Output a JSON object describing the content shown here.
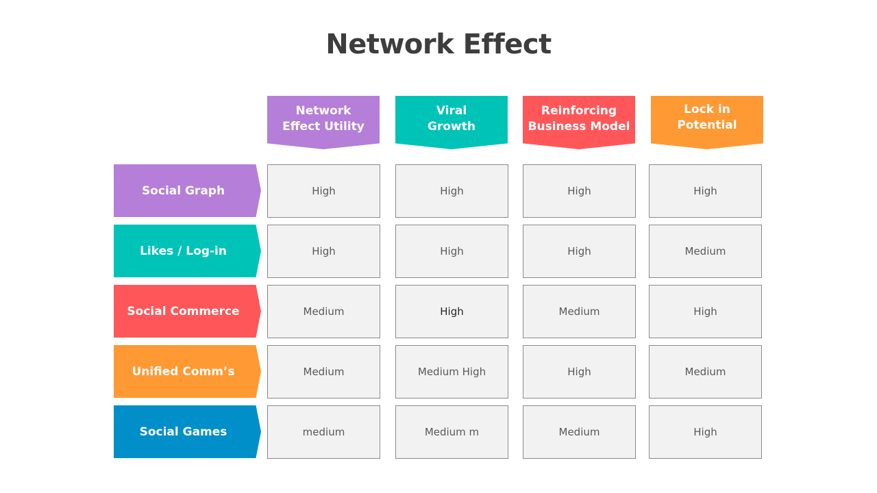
{
  "title": "Network Effect",
  "colors": {
    "purple": "#b57ed9",
    "teal": "#00c3b8",
    "red": "#ff5659",
    "orange": "#ff9933",
    "blue": "#008fc8",
    "cell_bg": "#f2f2f2",
    "cell_border": "#8a8a8a"
  },
  "columns": [
    {
      "label": "Network\nEffect Utility",
      "color": "#b57ed9"
    },
    {
      "label": "Viral\nGrowth",
      "color": "#00c3b8"
    },
    {
      "label": "Reinforcing\nBusiness Model",
      "color": "#ff5659"
    },
    {
      "label": "Lock in\nPotential",
      "color": "#ff9933"
    }
  ],
  "rows": [
    {
      "label": "Social Graph",
      "color": "#b57ed9",
      "values": [
        "High",
        "High",
        "High",
        "High"
      ]
    },
    {
      "label": "Likes / Log-in",
      "color": "#00c3b8",
      "values": [
        "High",
        "High",
        "High",
        "Medium"
      ]
    },
    {
      "label": "Social Commerce",
      "color": "#ff5659",
      "values": [
        "Medium",
        "High",
        "Medium",
        "High"
      ]
    },
    {
      "label": "Unified Comm’s",
      "color": "#ff9933",
      "values": [
        "Medium",
        "Medium High",
        "High",
        "Medium"
      ]
    },
    {
      "label": "Social Games",
      "color": "#008fc8",
      "values": [
        "medium",
        "Medium m",
        "Medium",
        "High"
      ]
    }
  ]
}
